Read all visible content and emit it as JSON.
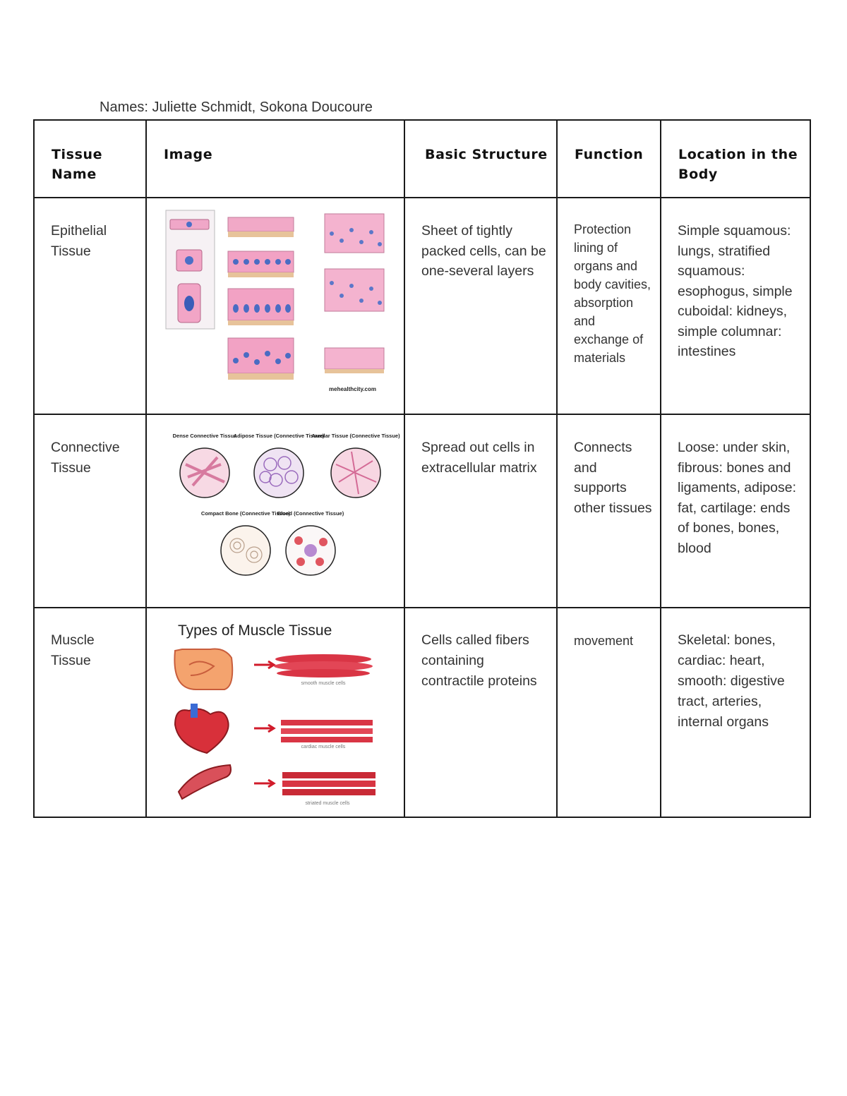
{
  "document": {
    "names": "Names: Juliette Schmidt, Sokona Doucoure"
  },
  "table": {
    "headers": [
      "Tissue Name",
      "Image",
      "Basic Structure",
      "Function",
      "Location in the Body"
    ],
    "rows": [
      {
        "tissue": "Epithelial Tissue",
        "image_alt": "epithelial-cell-types-illustration",
        "structure": "Sheet of tightly packed cells, can be one-several layers",
        "function": "Protection lining of organs and body cavities, absorption and exchange of materials",
        "location": "Simple squamous: lungs, stratified squamous: esophogus, simple cuboidal: kidneys, simple columnar: intestines"
      },
      {
        "tissue": "Connective Tissue",
        "image_alt": "connective-tissue-types-illustration",
        "structure": "Spread out cells in extracellular matrix",
        "function": "Connects and supports other tissues",
        "location": "Loose: under skin, fibrous: bones and ligaments, adipose: fat, cartilage: ends of bones, bones, blood"
      },
      {
        "tissue": "Muscle Tissue",
        "image_alt": "muscle-tissue-types-illustration",
        "structure": "Cells called fibers containing contractile proteins",
        "function": "movement",
        "location": "Skeletal: bones, cardiac: heart, smooth: digestive tract, arteries, internal organs"
      }
    ]
  },
  "figures": {
    "connective": {
      "labels": [
        "Dense Connective Tissue",
        "Adipose Tissue (Connective Tissue)",
        "Areolar Tissue (Connective Tissue)",
        "Compact Bone (Connective Tissue)",
        "Blood (Connective Tissue)"
      ]
    },
    "muscle": {
      "title": "Types of Muscle Tissue",
      "labels": [
        "smooth muscle cells",
        "cardiac muscle cells",
        "striated muscle cells"
      ]
    },
    "epithelial": {
      "credit": "mehealthcity.com"
    }
  }
}
